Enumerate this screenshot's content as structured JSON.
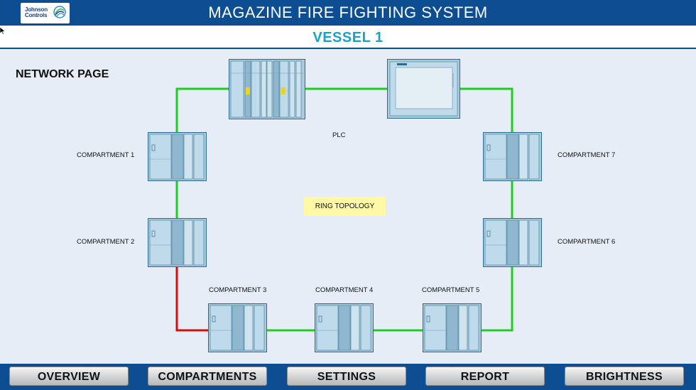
{
  "brand": {
    "line1": "Johnson",
    "line2": "Controls",
    "accent": "#0d4d91",
    "accent_light": "#17a2c9"
  },
  "header": {
    "title": "MAGAZINE FIRE FIGHTING SYSTEM"
  },
  "subheader": {
    "title": "VESSEL 1"
  },
  "page": {
    "heading": "NETWORK PAGE",
    "plc_label": "PLC",
    "topology_label": "RING TOPOLOGY"
  },
  "compartments": [
    {
      "label": "COMPARTMENT 1"
    },
    {
      "label": "COMPARTMENT 2"
    },
    {
      "label": "COMPARTMENT 3"
    },
    {
      "label": "COMPARTMENT 4"
    },
    {
      "label": "COMPARTMENT 5"
    },
    {
      "label": "COMPARTMENT 6"
    },
    {
      "label": "COMPARTMENT 7"
    }
  ],
  "link_status": {
    "ok_color": "#22cc22",
    "fault_color": "#cc1111",
    "fault_link": "COMPARTMENT 2 - COMPARTMENT 3"
  },
  "footer": {
    "buttons": [
      "OVERVIEW",
      "COMPARTMENTS",
      "SETTINGS",
      "REPORT",
      "BRIGHTNESS"
    ]
  }
}
